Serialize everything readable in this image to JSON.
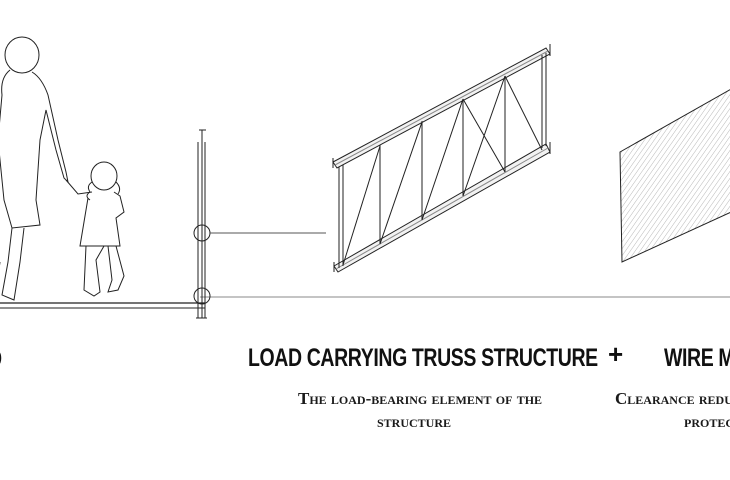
{
  "left_partial": {
    "heading_fragment": "D"
  },
  "panel_truss": {
    "title": "LOAD CARRYING TRUSS STRUCTURE",
    "caption_line1": "The load-bearing element of the",
    "caption_line2": "structure"
  },
  "separator": {
    "symbol": "+"
  },
  "panel_mesh": {
    "title": "WIRE M",
    "caption_line1": "Clearance reduc",
    "caption_line2": "protect"
  },
  "colors": {
    "line": "#222222",
    "light_line": "#888888"
  },
  "icons": [
    "adult-figure-icon",
    "child-figure-icon"
  ]
}
